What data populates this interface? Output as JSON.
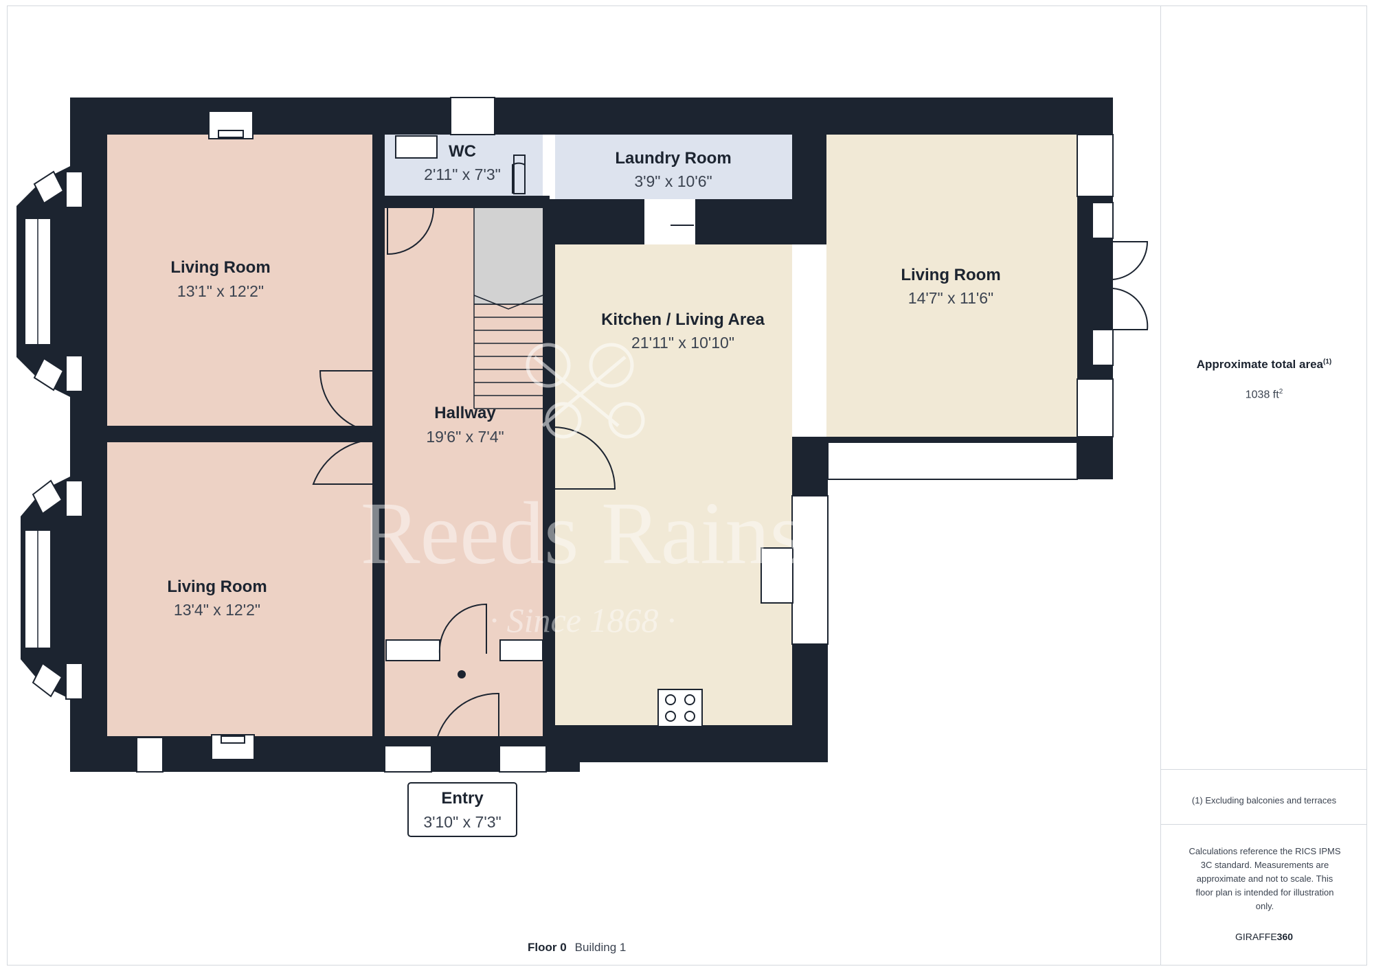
{
  "rooms": [
    {
      "name": "Living Room",
      "dim": "13'1\" x 12'2\""
    },
    {
      "name": "Living Room",
      "dim": "13'4\" x 12'2\""
    },
    {
      "name": "WC",
      "dim": "2'11\" x 7'3\""
    },
    {
      "name": "Laundry Room",
      "dim": "3'9\" x 10'6\""
    },
    {
      "name": "Hallway",
      "dim": "19'6\" x 7'4\""
    },
    {
      "name": "Kitchen / Living Area",
      "dim": "21'11\" x 10'10\""
    },
    {
      "name": "Living Room",
      "dim": "14'7\" x 11'6\""
    },
    {
      "name": "Entry",
      "dim": "3'10\" x 7'3\""
    }
  ],
  "watermark": {
    "name": "Reeds Rains",
    "tagline": "· Since 1868 ·"
  },
  "summary": {
    "area_title": "Approximate total area",
    "area_note_marker": "(1)",
    "area_value": "1038 ft",
    "area_unit_sup": "2",
    "footnote": "(1) Excluding balconies and terraces",
    "disclaimer": "Calculations reference the RICS IPMS 3C standard. Measurements are approximate and not to scale. This floor plan is intended for illustration only.",
    "brand_light": "GIRAFFE",
    "brand_bold": "360"
  },
  "floor": {
    "name": "Floor 0",
    "building": "Building 1"
  },
  "colors": {
    "wall": "#1c2430",
    "living_fill": "#edd2c5",
    "kitchen_fill": "#f1e9d6",
    "utility_fill": "#dde3ee",
    "stairs_fill": "#d2d2d2"
  }
}
